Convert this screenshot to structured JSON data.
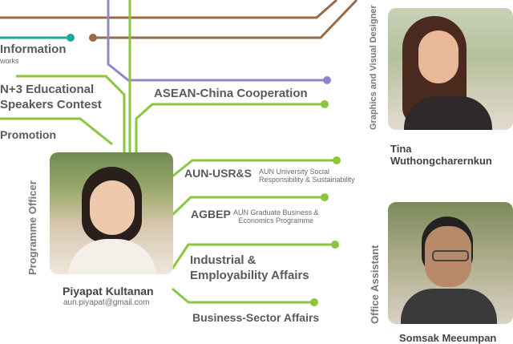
{
  "projects": {
    "information": "Information",
    "information_sub": "works",
    "apt_line1": "N+3 Educational",
    "apt_line2": "Speakers Contest",
    "promotion": "Promotion",
    "asean_china": "ASEAN-China Cooperation",
    "aun_usr_code": "AUN-USR&S",
    "aun_usr_desc1": "AUN University Social",
    "aun_usr_desc2": "Responsibility & Sustainability",
    "agbep_code": "AGBEP",
    "agbep_desc1": "AUN Graduate Business &",
    "agbep_desc2": "Economics Programme",
    "industrial_line1": "Industrial &",
    "industrial_line2": "Employability Affairs",
    "business_sector": "Business-Sector Affairs"
  },
  "staff": {
    "programme_officer": {
      "role": "Programme Officer",
      "name": "Piyapat Kultanan",
      "email": "aun.piyapat@gmail.com"
    },
    "designer": {
      "role": "Graphics and Visual Designer",
      "name": "Tina Wuthongcharernkun"
    },
    "assistant": {
      "role": "Office Assistant",
      "name": "Somsak Meeumpan"
    }
  },
  "colors": {
    "green": "#8cc63f",
    "teal": "#1fa79a",
    "brown": "#9a6b46",
    "purple": "#8f87c4"
  }
}
